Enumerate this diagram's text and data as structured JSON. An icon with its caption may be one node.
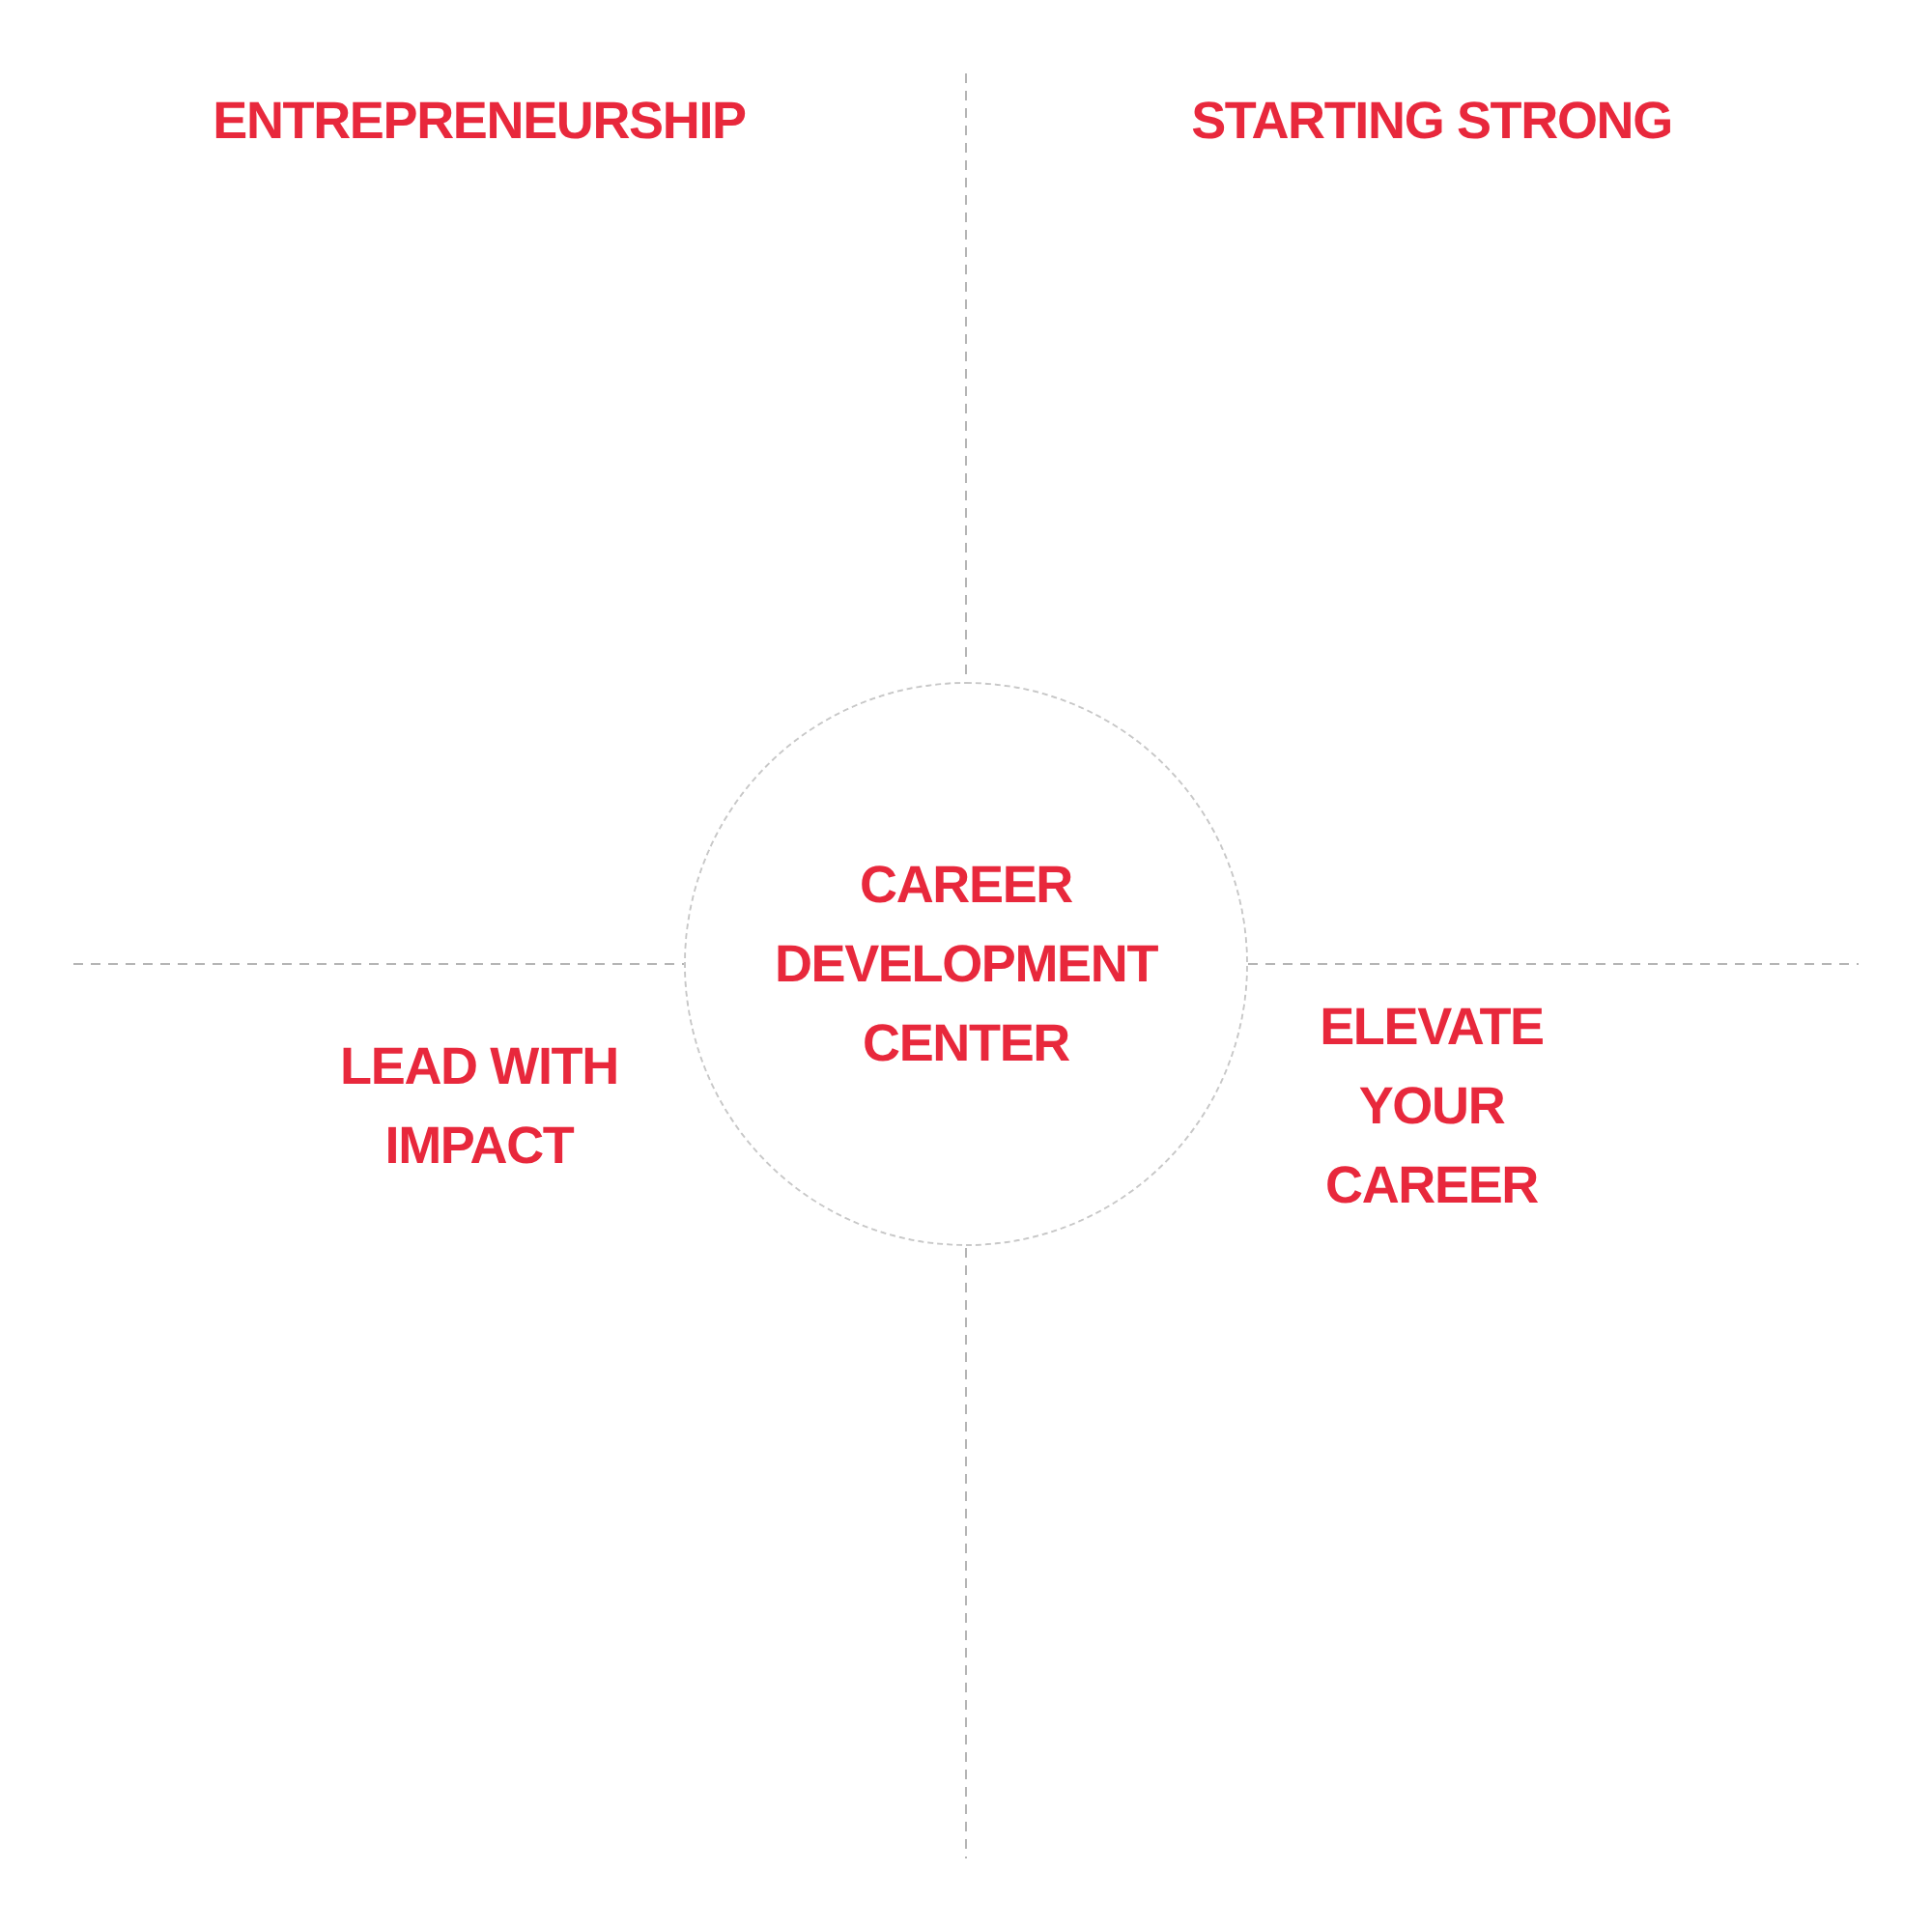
{
  "diagram": {
    "nodes": [
      {
        "text": [
          "CAREER DEVELOPMENT CENTER"
        ]
      }
    ],
    "labels": [
      "ENTREPRENEURSHIP",
      "STARTING STRONG",
      "LEAD WITH IMPACT",
      "ELEVATE YOUR CAREER"
    ]
  }
}
